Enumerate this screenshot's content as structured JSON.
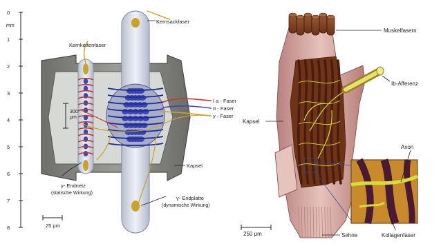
{
  "left_panel": {
    "ruler": {
      "unit": "mm",
      "ticks": [
        "0",
        "1",
        "2",
        "3",
        "4",
        "5",
        "6",
        "7",
        "8"
      ]
    },
    "labels": {
      "kernsackfaser": "Kernsackfaser",
      "kernkettenfaser": "Kernkettenfaser",
      "ia_faser": "I a - Faser",
      "ii_faser": "II - Faser",
      "gamma_faser": "γ - Faser",
      "kapsel": "Kapsel",
      "endnetz_title": "γ- Endnetz",
      "endnetz_sub": "(statische Wirkung)",
      "endplatte_title": "γ- Endplatte",
      "endplatte_sub": "(dynamische Wirkung)",
      "inner_scale_1": "300",
      "inner_scale_2": "μm",
      "scale_bar": "25 μm"
    },
    "colors": {
      "capsule": "#7d7e7a",
      "capsule_dark": "#5d5e5a",
      "fiber": "#dfe4ee",
      "fiber_outline": "#8a93a5",
      "nuclei": "#3c45b5",
      "spiral": "#c0392b",
      "nerve": "#c9a22a"
    }
  },
  "right_panel": {
    "labels": {
      "muskelfasern": "Muskelfasern",
      "ib_afferenz": "Ib-Afferenz",
      "kapsel": "Kapsel",
      "axon": "Axon",
      "sehne": "Sehne",
      "kollagenfaser": "Kollagenfaser",
      "scale_bar": "250 μm"
    },
    "colors": {
      "muscle": "#7a3b22",
      "muscle_dark": "#5a2612",
      "tendon": "#d4a8a2",
      "collagen": "#4a1a33",
      "axon": "#d9dc3e",
      "inset_bg": "#c98a2c"
    }
  }
}
